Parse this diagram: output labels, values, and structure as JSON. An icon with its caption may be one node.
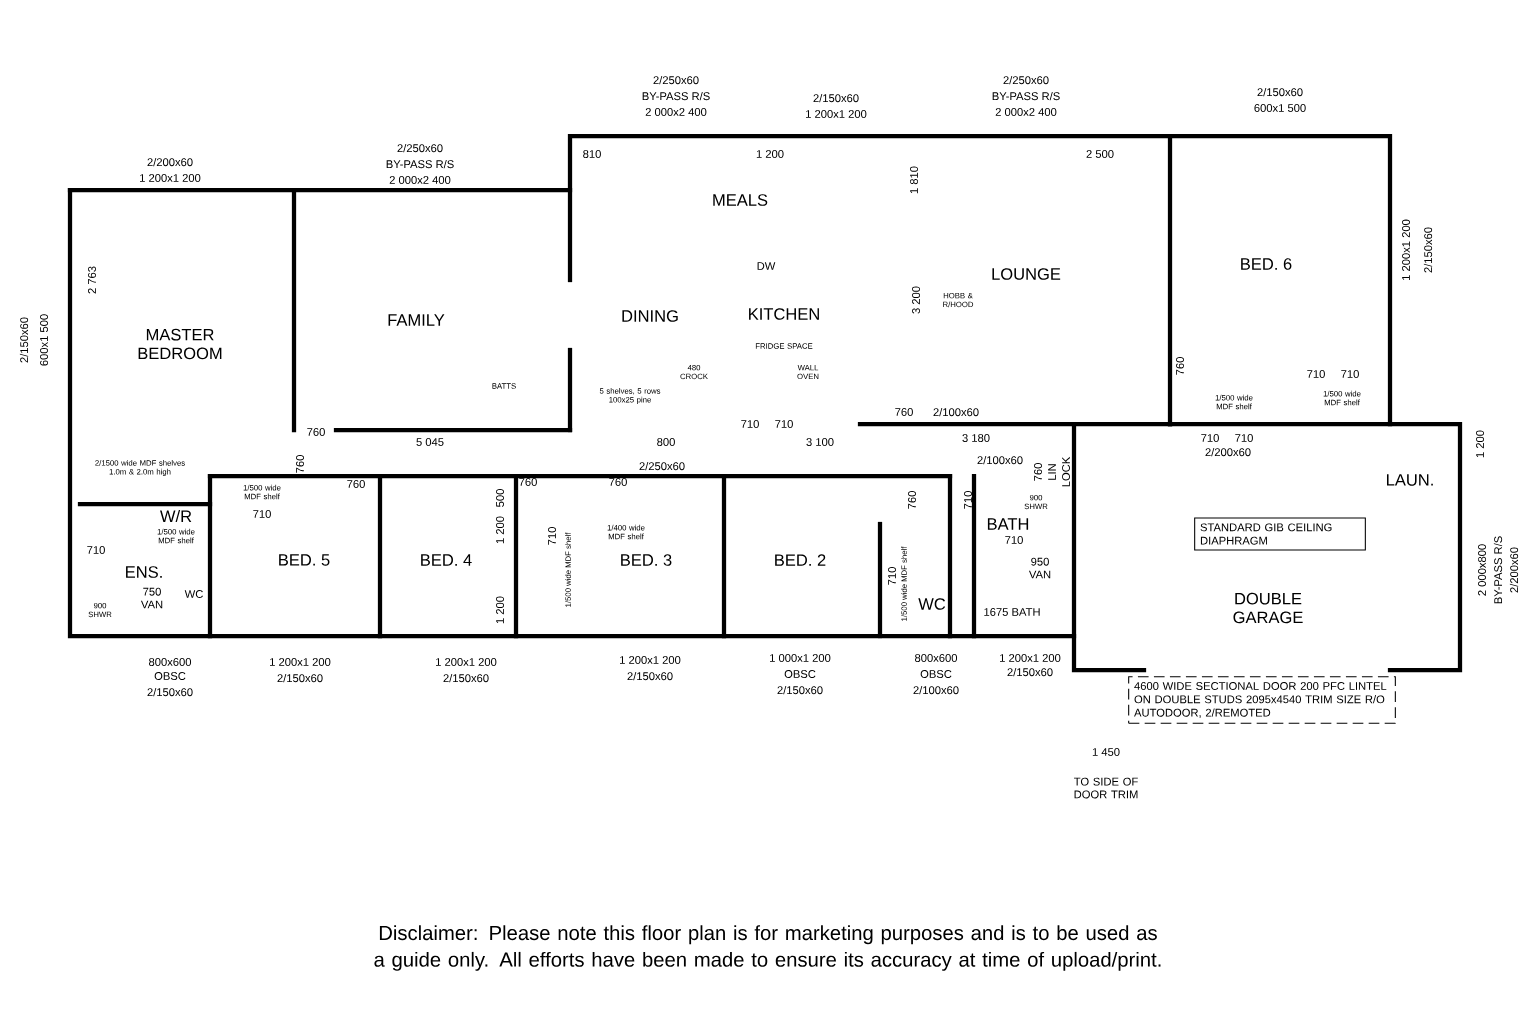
{
  "diagram": {
    "caption": "Disclaimer: Please note this floor plan is for marketing purposes and is to be used as a guide only. All efforts have been made to ensure its accuracy at time of upload/print.",
    "nodes": [
      {
        "text": [
          "STANDARD GIB CEILING DIAPHRAGM"
        ]
      },
      {
        "text": [
          "4600 WIDE SECTIONAL DOOR 200 PFC LINTEL ON DOUBLE STUDS 2095x4540 TRIM SIZE R/O AUTODOOR, 2/REMOTED"
        ]
      }
    ],
    "labels": [
      "2/200x60",
      "1 200x1 200",
      "2/250x60",
      "BY-PASS R/S",
      "2 000x2 400",
      "2/250x60",
      "BY-PASS R/S",
      "2 000x2 400",
      "2/150x60",
      "1 200x1 200",
      "2/250x60",
      "BY-PASS R/S",
      "2 000x2 400",
      "2/150x60",
      "600x1 500",
      "810",
      "1 200",
      "2 500",
      "MEALS",
      "1 810",
      "2 763",
      "MASTER BEDROOM",
      "FAMILY",
      "DW",
      "LOUNGE",
      "BED. 6",
      "DINING",
      "KITCHEN",
      "HOBB & R/HOOD",
      "3 200",
      "FRIDGE SPACE",
      "480 CROCK",
      "WALL OVEN",
      "BATTS",
      "5 shelves, 5 rows 100x25 pine",
      "2/150x60",
      "600x1 500",
      "1 200x1 200",
      "2/150x60",
      "760",
      "710",
      "710",
      "1/500 wide MDF shelf",
      "1/500 wide MDF shelf",
      "760",
      "5 045",
      "800",
      "710",
      "710",
      "3 100",
      "760",
      "2/100x60",
      "3 180",
      "710",
      "710",
      "2/200x60",
      "2/1500 wide MDF shelves 1.0m & 2.0m high",
      "760",
      "1/500 wide MDF shelf",
      "710",
      "760",
      "760",
      "W/R",
      "1/500 wide MDF shelf",
      "710",
      "ENS.",
      "750 VAN",
      "WC",
      "900 SHWR",
      "BED. 5",
      "BED. 4",
      "500",
      "1 200",
      "1 200",
      "710",
      "1/500 wide MDF shelf",
      "760",
      "2/250x60",
      "1/400 wide MDF shelf",
      "BED. 3",
      "BED. 2",
      "760",
      "710",
      "1/500 wide MDF shelf",
      "2/100x60",
      "760",
      "LIN",
      "LOCK",
      "710",
      "710",
      "WC",
      "BATH",
      "900 SHWR",
      "950 VAN",
      "1675 BATH",
      "LAUN.",
      "1 200",
      "2 000x800",
      "BY-PASS R/S",
      "2/200x60",
      "DOUBLE GARAGE",
      "800x600",
      "OBSC",
      "2/150x60",
      "1 200x1 200",
      "2/150x60",
      "1 200x1 200",
      "2/150x60",
      "1 200x1 200",
      "2/150x60",
      "1 000x1 200",
      "OBSC",
      "2/150x60",
      "800x600",
      "OBSC",
      "2/100x60",
      "1 200x1 200",
      "2/150x60",
      "1 450",
      "TO SIDE OF DOOR TRIM"
    ]
  }
}
